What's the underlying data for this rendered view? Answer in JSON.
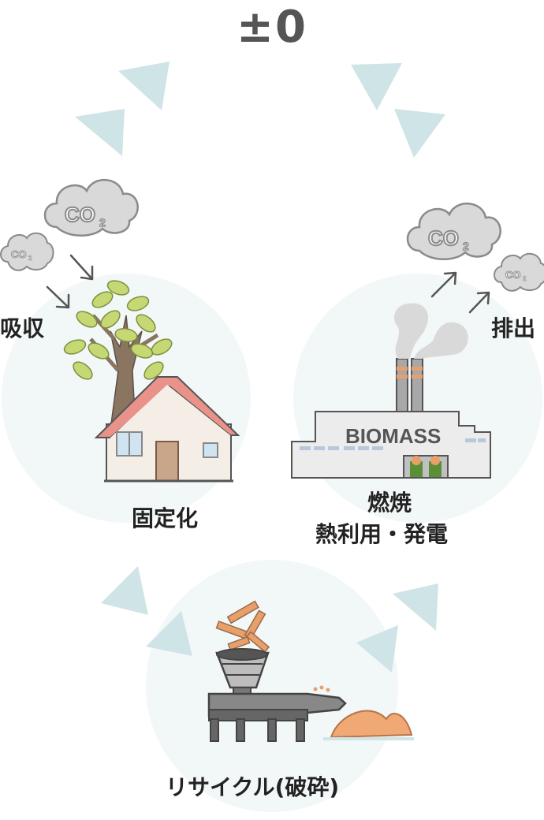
{
  "title": "±0",
  "nodes": {
    "absorb": {
      "label": "吸収"
    },
    "fix": {
      "label": "固定化"
    },
    "emit": {
      "label": "排出"
    },
    "burn": {
      "label_line1": "燃焼",
      "label_line2": "熱利用・発電"
    },
    "recycle": {
      "label": "リサイクル(破砕)"
    }
  },
  "co2": {
    "main": "CO",
    "sub": "2"
  },
  "factory_sign": "BIOMASS",
  "colors": {
    "arrow": "#cfe4e6",
    "circle": "#f2f7f8",
    "cloud": "#d9d9d9",
    "cloud_stroke": "#8a8a8a",
    "roof": "#e8928a",
    "wall": "#f5eee6",
    "leaf": "#c5d873",
    "trunk": "#8a7560",
    "sawdust": "#f0a874"
  }
}
